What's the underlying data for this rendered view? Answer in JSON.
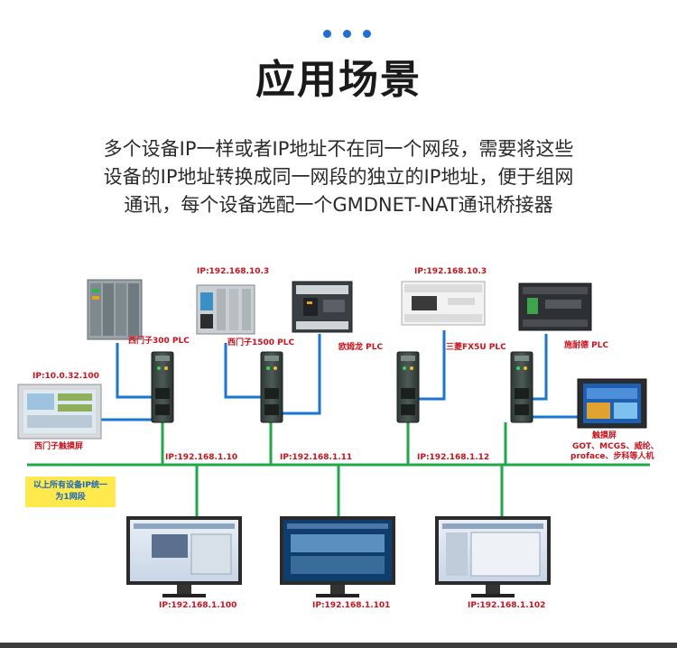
{
  "header": {
    "title": "应用场景",
    "dot_color": "#1f6fd6"
  },
  "description": {
    "lines": [
      "多个设备IP一样或者IP地址不在同一个网段，需要将这些",
      "设备的IP地址转换成同一网段的独立的IP地址，便于组网",
      "通讯，每个设备选配一个GMDNET-NAT通讯桥接器"
    ]
  },
  "diagram": {
    "colors": {
      "network_line": "#1fa84a",
      "device_line": "#1976d2",
      "label_red": "#d0111b",
      "note_bg": "#ffe94d",
      "note_text": "#1565c0"
    },
    "plcs": [
      {
        "name": "西门子300 PLC",
        "ip": "",
        "icon": "siemens-s7-300-plc-icon"
      },
      {
        "name": "西门子1500 PLC",
        "ip": "IP:192.168.10.3",
        "icon": "siemens-s7-1500-plc-icon"
      },
      {
        "name": "欧姆龙 PLC",
        "ip": "",
        "icon": "omron-plc-icon"
      },
      {
        "name": "三菱FX5U PLC",
        "ip": "IP:192.168.10.3",
        "icon": "mitsubishi-fx5u-plc-icon"
      },
      {
        "name": "施耐德 PLC",
        "ip": "",
        "icon": "schneider-plc-icon"
      }
    ],
    "left_hmi": {
      "ip": "IP:10.0.32.100",
      "name": "西门子触摸屏",
      "icon": "siemens-touchscreen-icon"
    },
    "right_hmi": {
      "name": "触摸屏",
      "brands_line1": "GOT、MCGS、威纶、",
      "brands_line2": "proface、步科等人机",
      "icon": "touchscreen-hmi-icon"
    },
    "gateway_ips": [
      "IP:192.168.1.10",
      "IP:192.168.1.11",
      "IP:192.168.1.12"
    ],
    "network_note": {
      "line1": "以上所有设备IP统一",
      "line2": "为1网段"
    },
    "computers": [
      {
        "ip": "IP:192.168.1.100",
        "icon": "monitor-scada-icon"
      },
      {
        "ip": "IP:192.168.1.101",
        "icon": "monitor-scada-icon"
      },
      {
        "ip": "IP:192.168.1.102",
        "icon": "monitor-scada-icon"
      }
    ]
  }
}
